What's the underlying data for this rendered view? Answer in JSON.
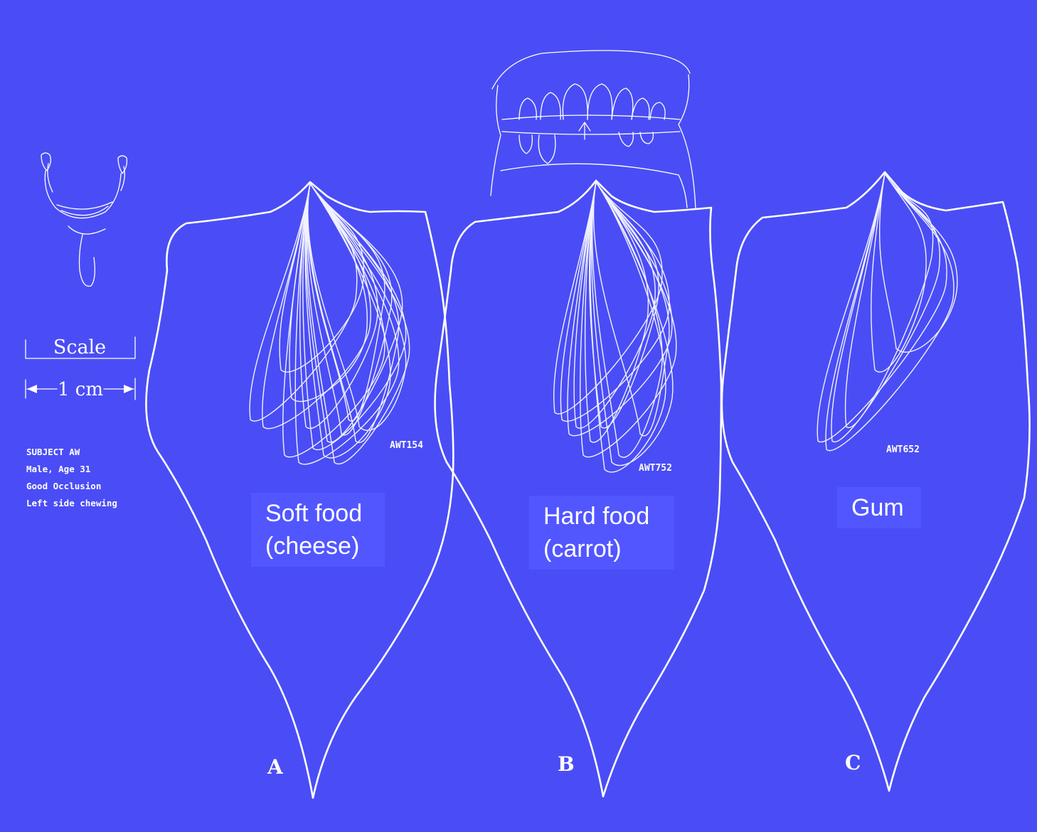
{
  "scale": {
    "title": "Scale",
    "length": "1 cm"
  },
  "subject_info": [
    "SUBJECT AW",
    "Male, Age 31",
    "Good Occlusion",
    "Left side chewing"
  ],
  "panels": [
    {
      "letter": "A",
      "code": "AWT154",
      "label": "Soft food\n(cheese)"
    },
    {
      "letter": "B",
      "code": "AWT752",
      "label": "Hard food\n(carrot)"
    },
    {
      "letter": "C",
      "code": "AWT652",
      "label": "Gum"
    }
  ],
  "colors": {
    "background": "#4a4df5",
    "line": "#ffffff",
    "label_box": "#5256ff"
  }
}
